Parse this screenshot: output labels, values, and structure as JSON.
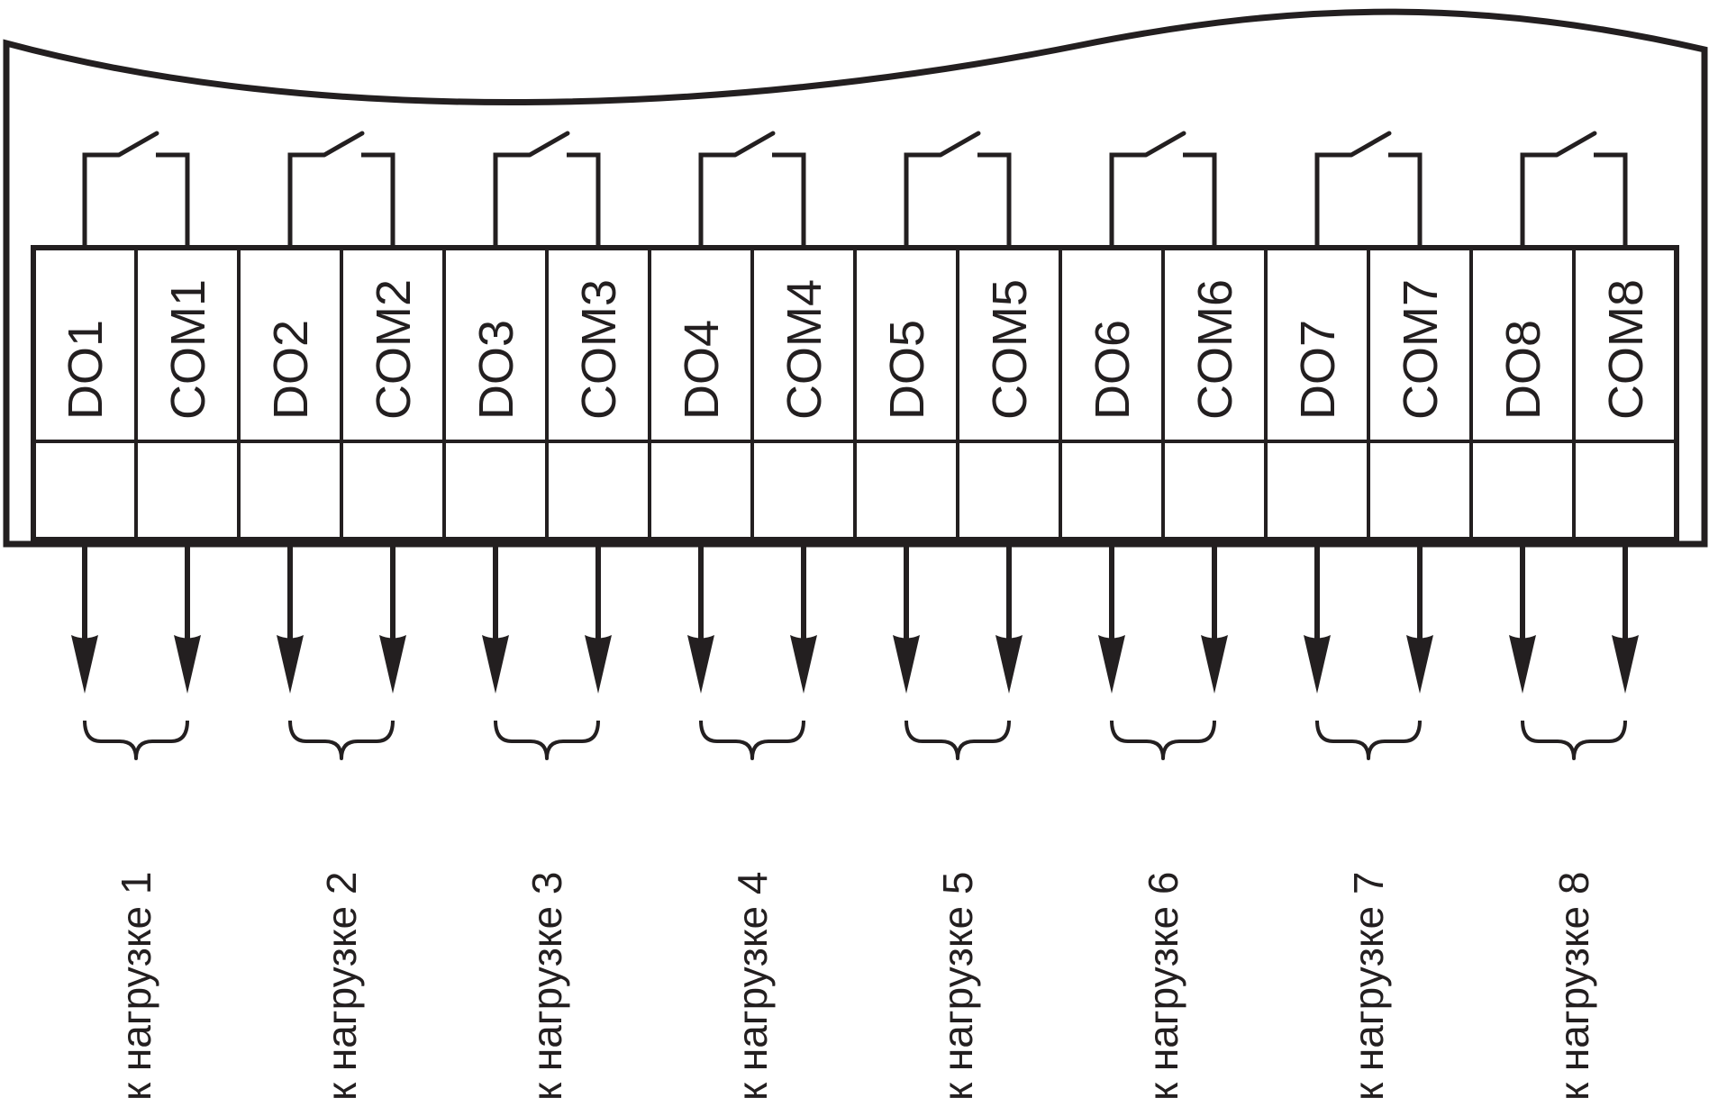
{
  "channels": [
    {
      "do_label": "DO1",
      "com_label": "COM1",
      "load_label": "к нагрузке 1"
    },
    {
      "do_label": "DO2",
      "com_label": "COM2",
      "load_label": "к нагрузке 2"
    },
    {
      "do_label": "DO3",
      "com_label": "COM3",
      "load_label": "к нагрузке 3"
    },
    {
      "do_label": "DO4",
      "com_label": "COM4",
      "load_label": "к нагрузке 4"
    },
    {
      "do_label": "DO5",
      "com_label": "COM5",
      "load_label": "к нагрузке 5"
    },
    {
      "do_label": "DO6",
      "com_label": "COM6",
      "load_label": "к нагрузке 6"
    },
    {
      "do_label": "DO7",
      "com_label": "COM7",
      "load_label": "к нагрузке 7"
    },
    {
      "do_label": "DO8",
      "com_label": "COM8",
      "load_label": "к нагрузке 8"
    }
  ],
  "colors": {
    "line": "#231f20",
    "background": "#ffffff"
  }
}
